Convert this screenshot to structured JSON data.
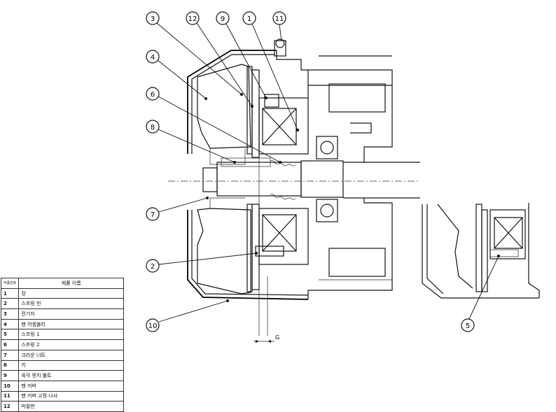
{
  "callouts": [
    "3",
    "12",
    "9",
    "1",
    "11",
    "4",
    "6",
    "8",
    "7",
    "2",
    "10",
    "5"
  ],
  "gap_label": "G",
  "parts_table": {
    "headers": [
      "부품번호",
      "제품 이름"
    ],
    "rows": [
      {
        "no": "1",
        "name": "장"
      },
      {
        "no": "2",
        "name": "스프링 핀"
      },
      {
        "no": "3",
        "name": "전기자"
      },
      {
        "no": "4",
        "name": "팬 어셈블리"
      },
      {
        "no": "5",
        "name": "스프링 1"
      },
      {
        "no": "6",
        "name": "스프링 2"
      },
      {
        "no": "7",
        "name": "크라운 너트"
      },
      {
        "no": "8",
        "name": "키"
      },
      {
        "no": "9",
        "name": "육각 렌치 볼트"
      },
      {
        "no": "10",
        "name": "팬 커버"
      },
      {
        "no": "11",
        "name": "팬 커버 고정 나사"
      },
      {
        "no": "12",
        "name": "마찰판"
      }
    ]
  }
}
